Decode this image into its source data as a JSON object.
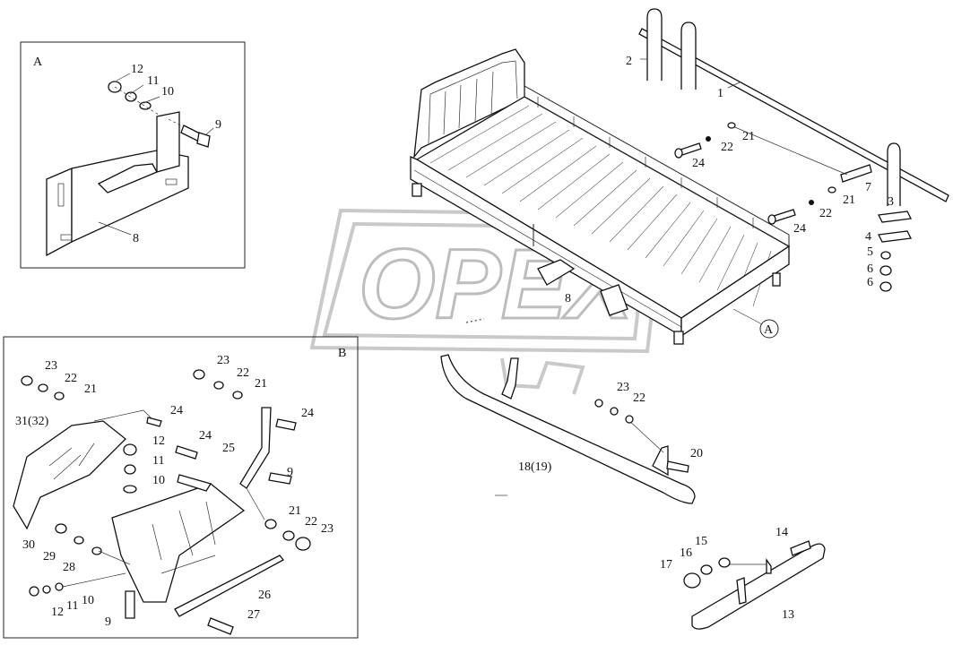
{
  "watermark": "OPEX",
  "panels": {
    "a": {
      "label": "A"
    },
    "b": {
      "label": "B"
    }
  },
  "callouts": {
    "main_a": "A",
    "inner_8": "8"
  },
  "labels": {
    "l1": "1",
    "l2": "2",
    "l3": "3",
    "l4": "4",
    "l5": "5",
    "l6a": "6",
    "l6b": "6",
    "l7": "7",
    "l21a": "21",
    "l22a": "22",
    "l24a": "24",
    "l21b": "21",
    "l22b": "22",
    "l24b": "24",
    "a12": "12",
    "a11": "11",
    "a10": "10",
    "a9": "9",
    "a8": "8",
    "r23": "23",
    "r22": "22",
    "r20": "20",
    "r18": "18(19)",
    "r14": "14",
    "r15": "15",
    "r16": "16",
    "r17": "17",
    "r13": "13",
    "b23a": "23",
    "b22a": "22",
    "b21a": "21",
    "b31": "31(32)",
    "b24a": "24",
    "b12a": "12",
    "b11a": "11",
    "b10a": "10",
    "b24b": "24",
    "b23b": "23",
    "b22b": "22",
    "b21b": "21",
    "b24c": "24",
    "b25": "25",
    "b9a": "9",
    "b21c": "21",
    "b22c": "22",
    "b23c": "23",
    "b30": "30",
    "b29": "29",
    "b28": "28",
    "b26": "26",
    "b12b": "12",
    "b11b": "11",
    "b10b": "10",
    "b9b": "9",
    "b27": "27"
  }
}
